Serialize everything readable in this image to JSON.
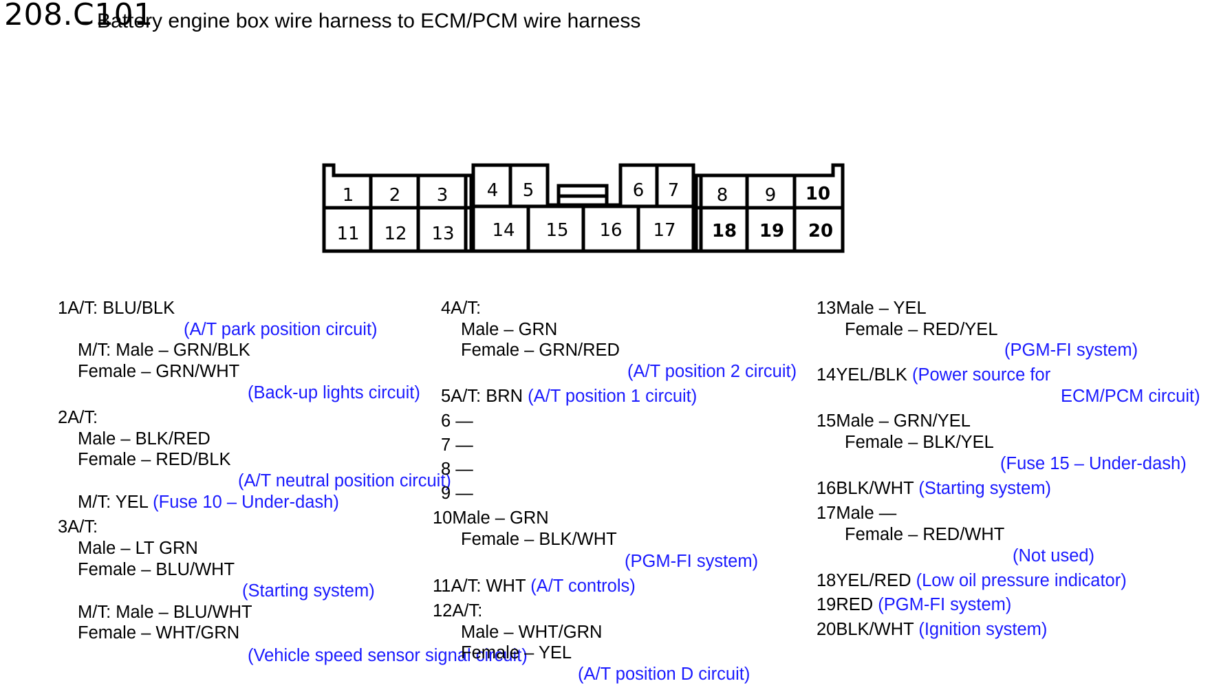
{
  "title": {
    "number": "208.C101",
    "text": "– Battery engine box wire harness to ECM/PCM wire harness"
  },
  "colors": {
    "ink": "#000000",
    "note": "#1a1aff"
  },
  "connector": {
    "pins": [
      "1",
      "2",
      "3",
      "4",
      "5",
      "6",
      "7",
      "8",
      "9",
      "10",
      "11",
      "12",
      "13",
      "14",
      "15",
      "16",
      "17",
      "18",
      "19",
      "20"
    ]
  },
  "lines": {
    "l01": "1A/T: BLU/BLK",
    "l02": "(A/T park position circuit)",
    "l03": "M/T: Male – GRN/BLK",
    "l04": "Female – GRN/WHT",
    "l05": "(Back-up lights circuit)",
    "l06": "2A/T:",
    "l07": "Male – BLK/RED",
    "l08": "Female – RED/BLK",
    "l09": "(A/T neutral position circuit)",
    "l10a": "M/T: YEL",
    "l10b": "(Fuse 10 – Under-dash)",
    "l11": "3A/T:",
    "l12": "Male – LT GRN",
    "l13": "Female – BLU/WHT",
    "l14": "(Starting system)",
    "l15": "M/T: Male – BLU/WHT",
    "l16": "Female – WHT/GRN",
    "l17": "(Vehicle speed sensor signal circuit)",
    "m01": "4A/T:",
    "m02": "Male – GRN",
    "m03": "Female – GRN/RED",
    "m04": "(A/T position 2 circuit)",
    "m05a": "5A/T: BRN",
    "m05b": "(A/T position 1 circuit)",
    "m06": "6 —",
    "m07": "7 —",
    "m08": "8 —",
    "m09": "9 —",
    "m10": "10Male – GRN",
    "m11": "Female – BLK/WHT",
    "m12": "(PGM-FI system)",
    "m13a": "11A/T: WHT",
    "m13b": "(A/T controls)",
    "m14": "12A/T:",
    "m15": "Male – WHT/GRN",
    "m16": "Female – YEL",
    "m17": "(A/T position D circuit)",
    "r01": "13Male – YEL",
    "r02": "Female – RED/YEL",
    "r03": "(PGM-FI system)",
    "r04a": "14YEL/BLK",
    "r04b": "(Power source for",
    "r05": "ECM/PCM circuit)",
    "r06": "15Male – GRN/YEL",
    "r07": "Female – BLK/YEL",
    "r08": "(Fuse 15 – Under-dash)",
    "r09a": "16BLK/WHT",
    "r09b": "(Starting system)",
    "r10": "17Male —",
    "r11": "Female – RED/WHT",
    "r12": "(Not used)",
    "r13a": "18YEL/RED",
    "r13b": "(Low oil pressure indicator)",
    "r14a": "19RED",
    "r14b": "(PGM-FI system)",
    "r15a": "20BLK/WHT",
    "r15b": "(Ignition system)"
  }
}
